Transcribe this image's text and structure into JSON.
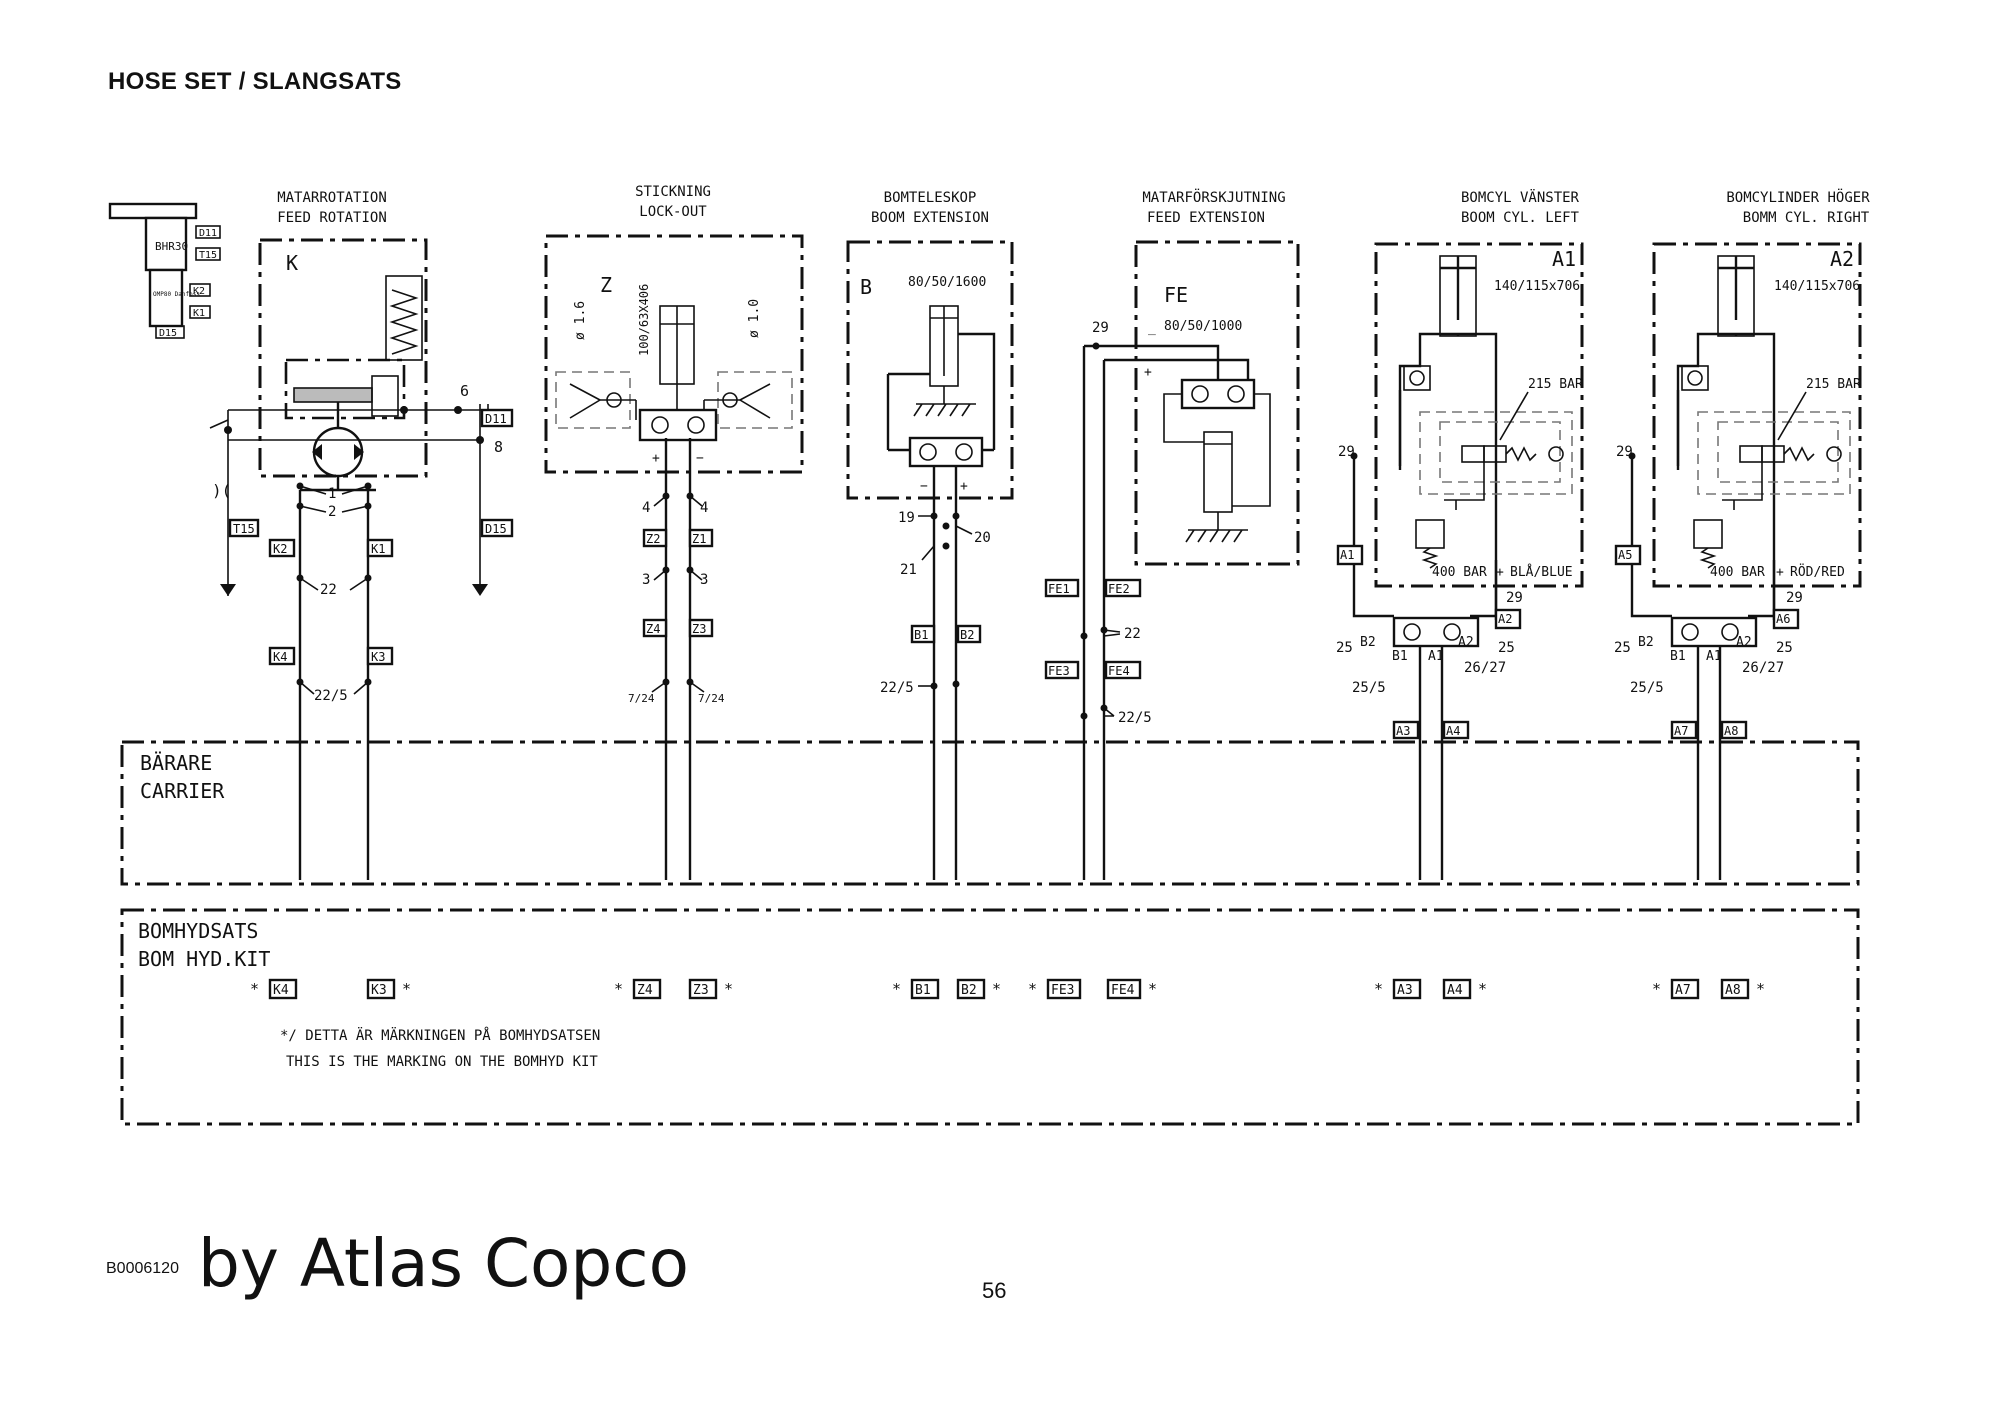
{
  "page": {
    "title": "HOSE SET / SLANGSATS",
    "doc_number": "B0006120",
    "brand": "by Atlas Copco",
    "page_number": "56"
  },
  "legend_block": {
    "name": "BHR30",
    "sub_name": "OMP80 Danfoss",
    "tags": [
      "D11",
      "T15",
      "K2",
      "K1",
      "D15"
    ]
  },
  "sections": {
    "feed_rotation": {
      "title_sv": "MATARROTATION",
      "title_en": "FEED ROTATION",
      "code": "K"
    },
    "lock_out": {
      "title_sv": "STICKNING",
      "title_en": "LOCK-OUT",
      "code": "Z",
      "spec": "100/63X406",
      "orifice_left": "ø 1.6",
      "orifice_right": "ø 1.0"
    },
    "boom_extension": {
      "title_sv": "BOMTELESKOP",
      "title_en": "BOOM EXTENSION",
      "code": "B",
      "spec": "80/50/1600"
    },
    "feed_extension": {
      "title_sv": "MATARFÖRSKJUTNING",
      "title_en": "FEED EXTENSION",
      "code": "FE",
      "spec": "80/50/1000"
    },
    "boom_cyl_left": {
      "title_sv": "BOMCYL VÄNSTER",
      "title_en": "BOOM CYL. LEFT",
      "code": "A1",
      "spec": "140/115x706",
      "relief": "215 BAR",
      "relief2": "400 BAR",
      "color_label": "BLÅ/BLUE"
    },
    "boom_cyl_right": {
      "title_sv": "BOMCYLINDER HÖGER",
      "title_en": "BOMM CYL. RIGHT",
      "code": "A2",
      "spec": "140/115x706",
      "relief": "215 BAR",
      "relief2": "400 BAR",
      "color_label": "RÖD/RED"
    }
  },
  "zones": {
    "carrier": {
      "line1": "BÄRARE",
      "line2": "CARRIER"
    },
    "kit": {
      "line1": "BOMHYDSATS",
      "line2": "BOM HYD.KIT"
    }
  },
  "footnote": {
    "line1": "*/ DETTA ÄR MÄRKNINGEN PÅ BOMHYDSATSEN",
    "line2": "THIS IS THE MARKING ON THE BOMHYD KIT"
  },
  "hose_tags": {
    "feed_rotation": [
      "T15",
      "K2",
      "K1",
      "D15",
      "D11",
      "K4",
      "K3"
    ],
    "lock_out": [
      "Z2",
      "Z1",
      "Z4",
      "Z3"
    ],
    "boom_extension": [
      "B1",
      "B2"
    ],
    "feed_extension": [
      "FE1",
      "FE2",
      "FE3",
      "FE4"
    ],
    "boom_cyl_left": [
      "A1",
      "A2",
      "A3",
      "A4"
    ],
    "boom_cyl_right": [
      "A5",
      "A6",
      "A7",
      "A8"
    ]
  },
  "kit_markers": [
    "K4",
    "K3",
    "Z4",
    "Z3",
    "B1",
    "B2",
    "FE3",
    "FE4",
    "A3",
    "A4",
    "A7",
    "A8"
  ],
  "callouts": {
    "feed_rotation": [
      "6",
      "8",
      "1",
      "2",
      "22",
      "22/5"
    ],
    "lock_out": [
      "4",
      "4",
      "3",
      "3",
      "7/24",
      "7/24"
    ],
    "boom_extension": [
      "19",
      "20",
      "21",
      "22/5"
    ],
    "feed_extension": [
      "29",
      "22",
      "22/5"
    ],
    "boom_cyl_left": [
      "29",
      "29",
      "25",
      "25",
      "26/27",
      "25/5",
      "B2",
      "B1",
      "A1",
      "A2"
    ],
    "boom_cyl_right": [
      "29",
      "29",
      "25",
      "25",
      "26/27",
      "25/5",
      "B2",
      "B1",
      "A1",
      "A2"
    ]
  },
  "polarity": {
    "minus": "−",
    "plus": "+"
  },
  "asterisk": "*"
}
